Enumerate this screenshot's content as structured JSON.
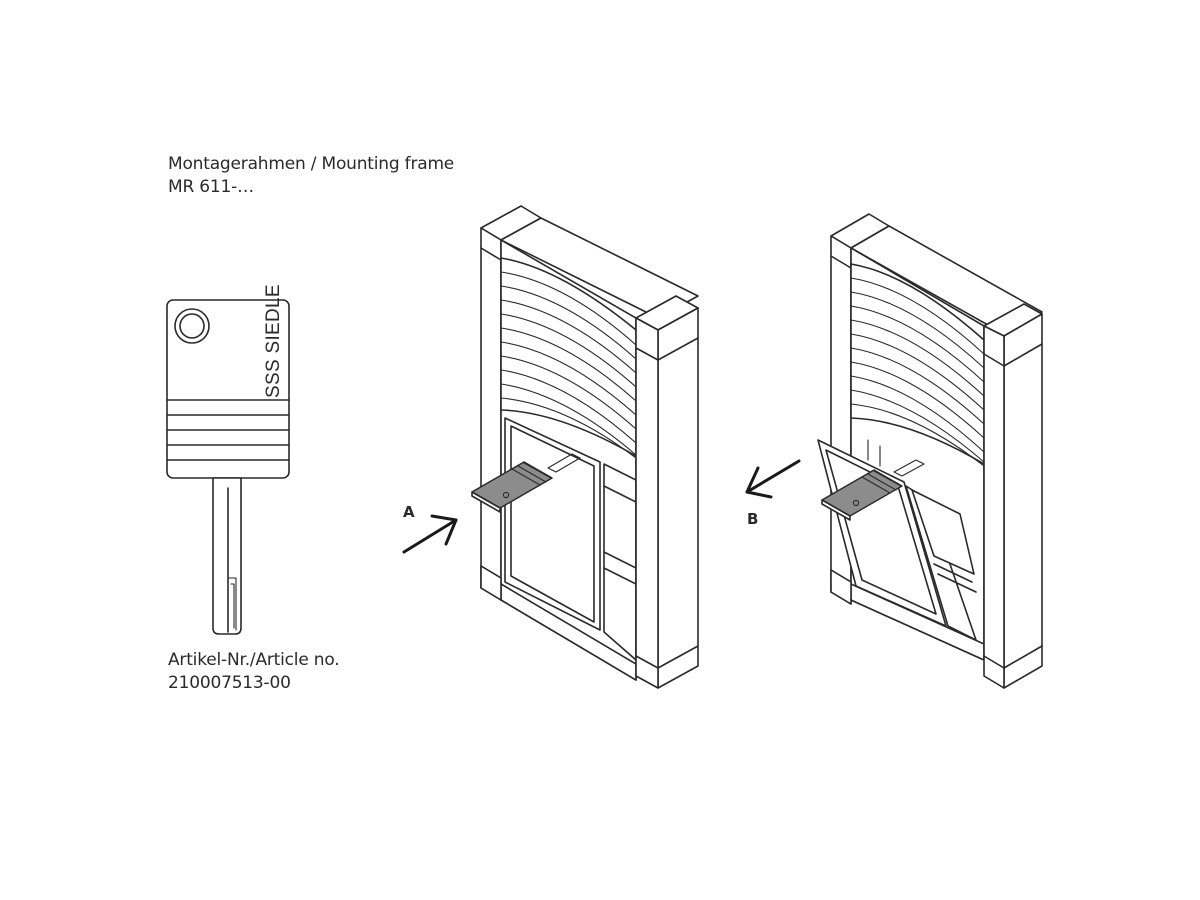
{
  "frame_label": {
    "line1": "Montagerahmen / Mounting frame",
    "line2": "MR 611-…"
  },
  "key": {
    "brand": "SSS SIEDLE"
  },
  "article_label": {
    "line1": "Artikel-Nr./Article no.",
    "line2": "210007513-00"
  },
  "callouts": {
    "a": "A",
    "b": "B"
  },
  "colors": {
    "line": "#2a2a2a",
    "key_grip": "#8c8c8c",
    "background": "#ffffff"
  }
}
